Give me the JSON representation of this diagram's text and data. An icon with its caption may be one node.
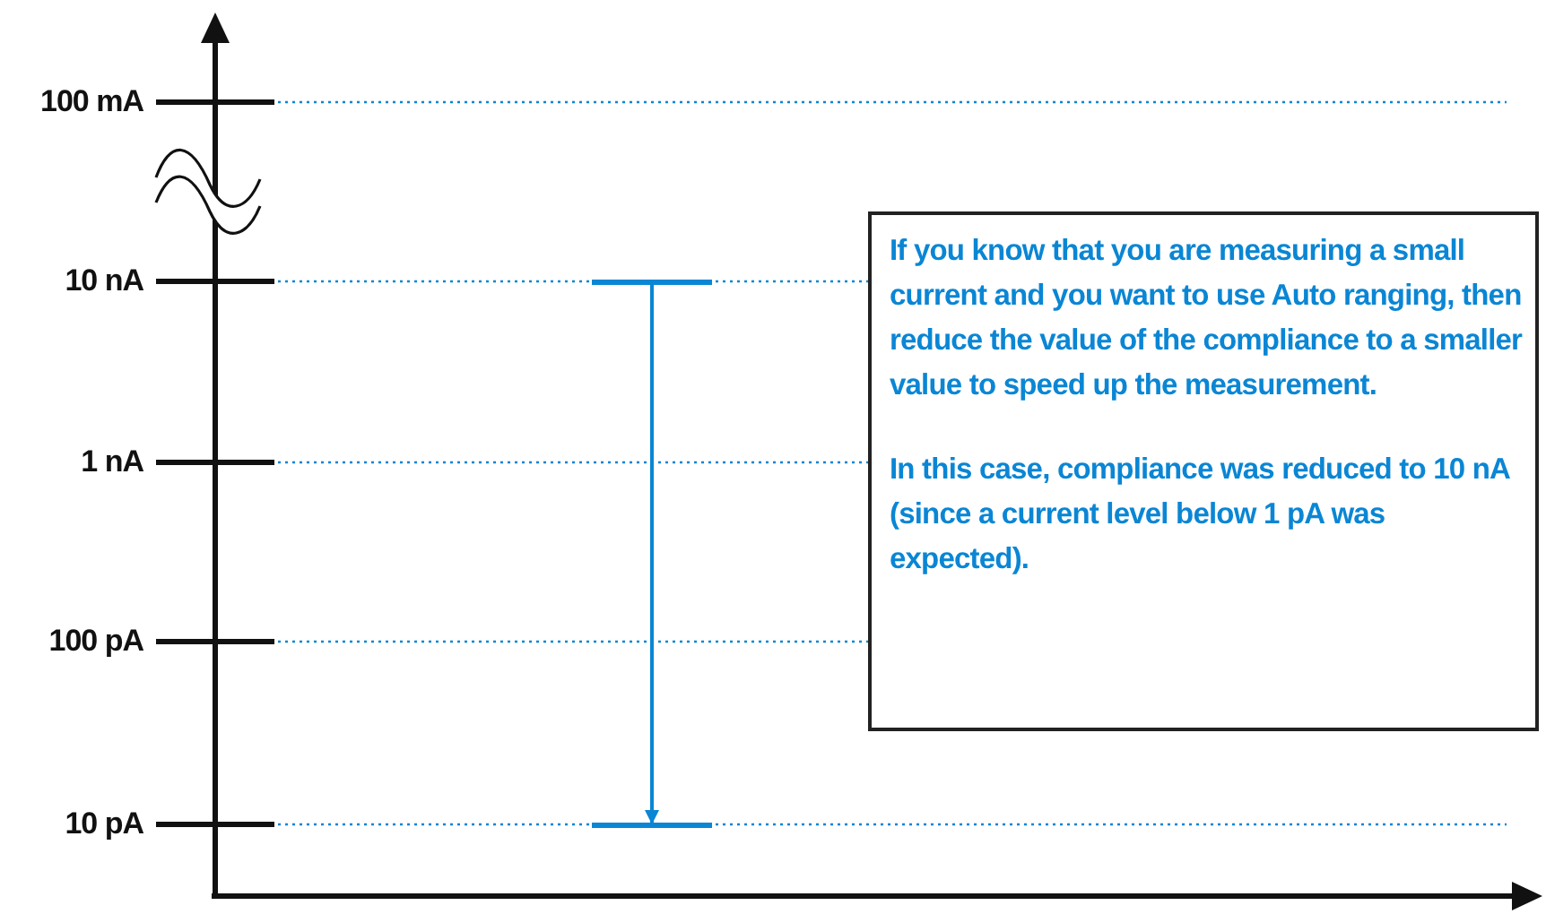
{
  "diagram": {
    "nodes": [
      {
        "text": [
          "If you know that you are measuring a small current and you want to use Auto ranging, then reduce the value of the compliance to a smaller value to speed up the measurement.",
          "In this case, compliance was reduced to 10 nA (since a current level below 1 pA was expected)."
        ]
      },
      {
        "text": [],
        "shape": "bar"
      },
      {
        "text": [],
        "shape": "bar"
      }
    ],
    "edges": [
      {
        "from": 1,
        "to": 2,
        "arrow": "to"
      }
    ],
    "labels": [
      "100 mA",
      "10 nA",
      "1 nA",
      "100 pA",
      "10 pA"
    ]
  }
}
